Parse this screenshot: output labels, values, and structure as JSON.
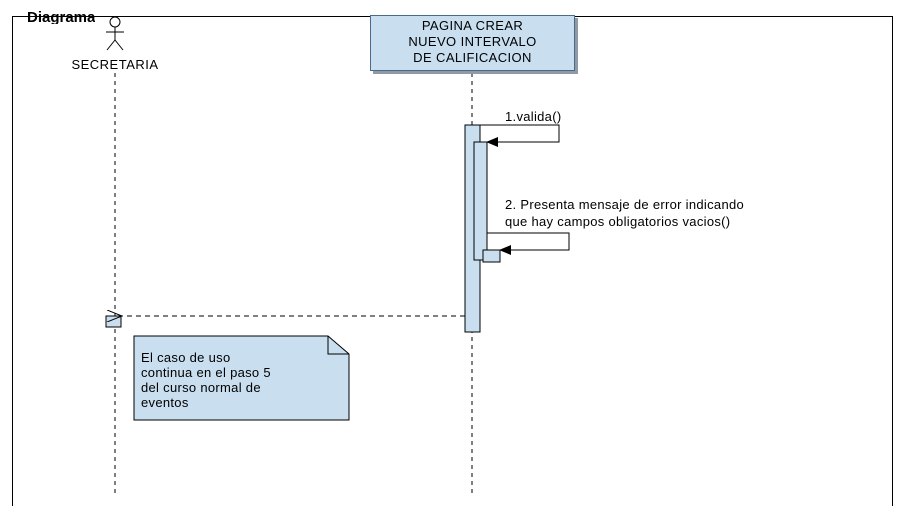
{
  "header": {
    "cut_title": "Diagrama"
  },
  "lifelines": {
    "actor": {
      "name": "SECRETARIA",
      "icon": "stick-figure-icon"
    },
    "object": {
      "name_lines": [
        "PAGINA CREAR",
        "NUEVO INTERVALO",
        "DE CALIFICACION"
      ]
    }
  },
  "messages": {
    "m1": {
      "label": "1.valida()",
      "kind": "self-call"
    },
    "m2": {
      "label_lines": [
        "2. Presenta mensaje de error indicando",
        "que hay campos obligatorios vacios()"
      ],
      "kind": "self-call"
    },
    "m3": {
      "label": "",
      "kind": "return-dashed"
    }
  },
  "note": {
    "lines": [
      "El caso de uso",
      "continua en el paso 5",
      "del  curso normal de",
      "eventos"
    ]
  },
  "colors": {
    "object_fill": "#c9dff0",
    "activation_fill": "#c9dff0",
    "note_fill": "#c9dff0",
    "outline": "#4a6a86"
  }
}
